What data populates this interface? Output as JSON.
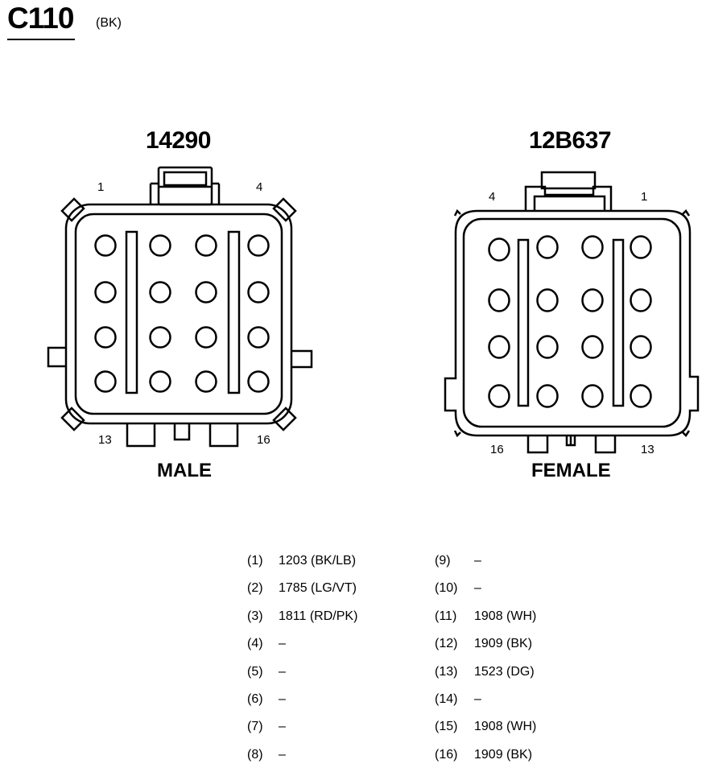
{
  "connector": {
    "id": "C110",
    "color": "(BK)"
  },
  "male": {
    "part_number": "14290",
    "label": "MALE",
    "pin_labels": {
      "top_left": "1",
      "top_right": "4",
      "bottom_left": "13",
      "bottom_right": "16"
    }
  },
  "female": {
    "part_number": "12B637",
    "label": "FEMALE",
    "pin_labels": {
      "top_left": "4",
      "top_right": "1",
      "bottom_left": "16",
      "bottom_right": "13"
    }
  },
  "pins": [
    {
      "num": "(1)",
      "wire": "1203 (BK/LB)"
    },
    {
      "num": "(2)",
      "wire": "1785 (LG/VT)"
    },
    {
      "num": "(3)",
      "wire": "1811 (RD/PK)"
    },
    {
      "num": "(4)",
      "wire": "–"
    },
    {
      "num": "(5)",
      "wire": "–"
    },
    {
      "num": "(6)",
      "wire": "–"
    },
    {
      "num": "(7)",
      "wire": "–"
    },
    {
      "num": "(8)",
      "wire": "–"
    },
    {
      "num": "(9)",
      "wire": "–"
    },
    {
      "num": "(10)",
      "wire": "–"
    },
    {
      "num": "(11)",
      "wire": "1908 (WH)"
    },
    {
      "num": "(12)",
      "wire": "1909 (BK)"
    },
    {
      "num": "(13)",
      "wire": "1523 (DG)"
    },
    {
      "num": "(14)",
      "wire": "–"
    },
    {
      "num": "(15)",
      "wire": "1908 (WH)"
    },
    {
      "num": "(16)",
      "wire": "1909 (BK)"
    }
  ]
}
